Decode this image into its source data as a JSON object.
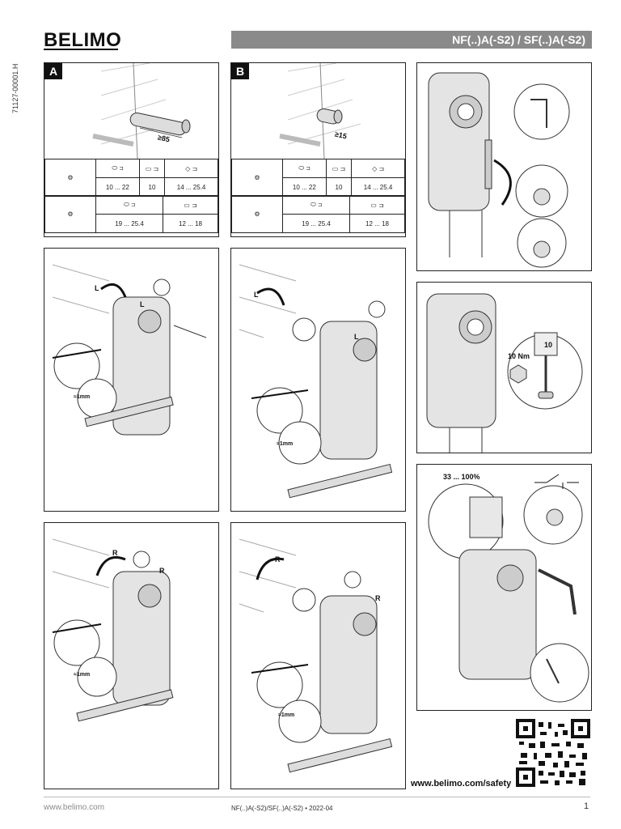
{
  "brand": {
    "logo_text": "BELIMO"
  },
  "header": {
    "title": "NF(..)A(-S2) / SF(..)A(-S2)"
  },
  "doc_number": "71127-00001.H",
  "panel_a": {
    "tag": "A",
    "shaft_length": "≥85",
    "table": {
      "row1": [
        "10 ... 22",
        "10",
        "14 ... 25.4"
      ],
      "row2": [
        "19 ... 25.4",
        "12 ... 18"
      ]
    }
  },
  "panel_b": {
    "tag": "B",
    "shaft_length": "≥15",
    "table": {
      "row1": [
        "10 ... 22",
        "10",
        "14 ... 25.4"
      ],
      "row2": [
        "19 ... 25.4",
        "12 ... 18"
      ]
    }
  },
  "labels": {
    "rotation_left": "L",
    "rotation_right": "R",
    "clearance": "≈1mm",
    "torque": "10 Nm",
    "socket_size": "10",
    "range": "33 ... 100%"
  },
  "safety_url": "www.belimo.com/safety",
  "footer": {
    "website": "www.belimo.com",
    "doc_ref": "NF(..)A(-S2)/SF(..)A(-S2) • 2022-04",
    "page": "1"
  }
}
